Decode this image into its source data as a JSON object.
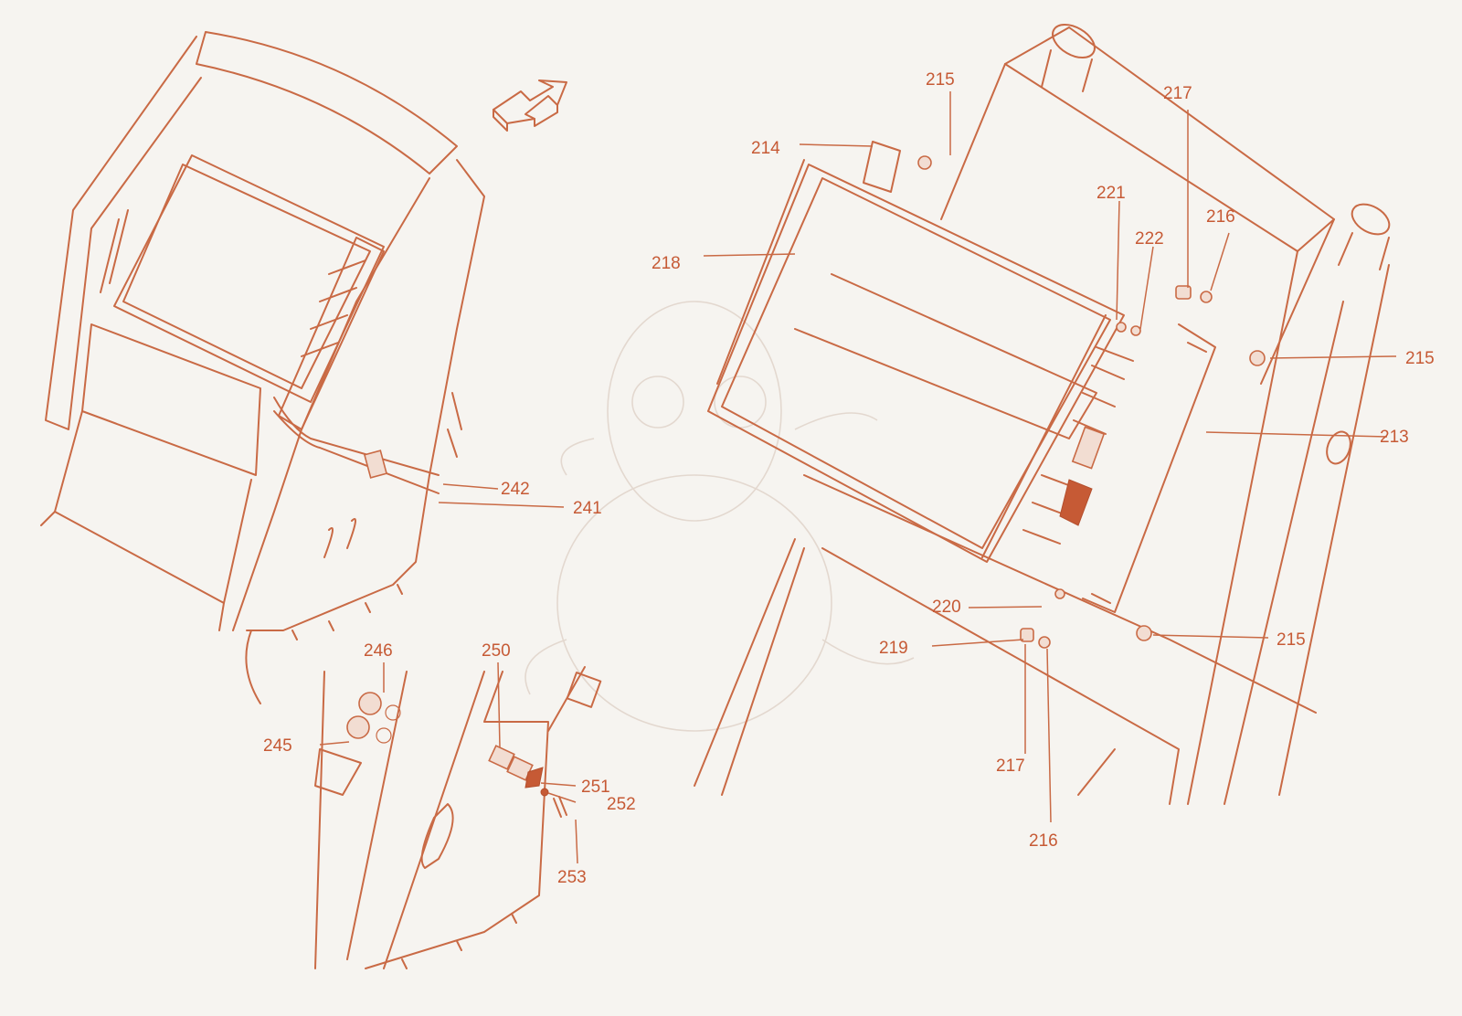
{
  "colors": {
    "line": "#c96a45",
    "text": "#c65a35",
    "background": "#f6f4f0"
  },
  "callouts": {
    "c213": "213",
    "c214": "214",
    "c215a": "215",
    "c215b": "215",
    "c215c": "215",
    "c216a": "216",
    "c216b": "216",
    "c217a": "217",
    "c217b": "217",
    "c218": "218",
    "c219": "219",
    "c220": "220",
    "c221": "221",
    "c222": "222",
    "c241": "241",
    "c242": "242",
    "c245": "245",
    "c246": "246",
    "c250": "250",
    "c251": "251",
    "c252": "252",
    "c253": "253"
  },
  "icons": {
    "view_arrow": "direction-arrow-icon",
    "watermark": "dragon-watermark"
  }
}
